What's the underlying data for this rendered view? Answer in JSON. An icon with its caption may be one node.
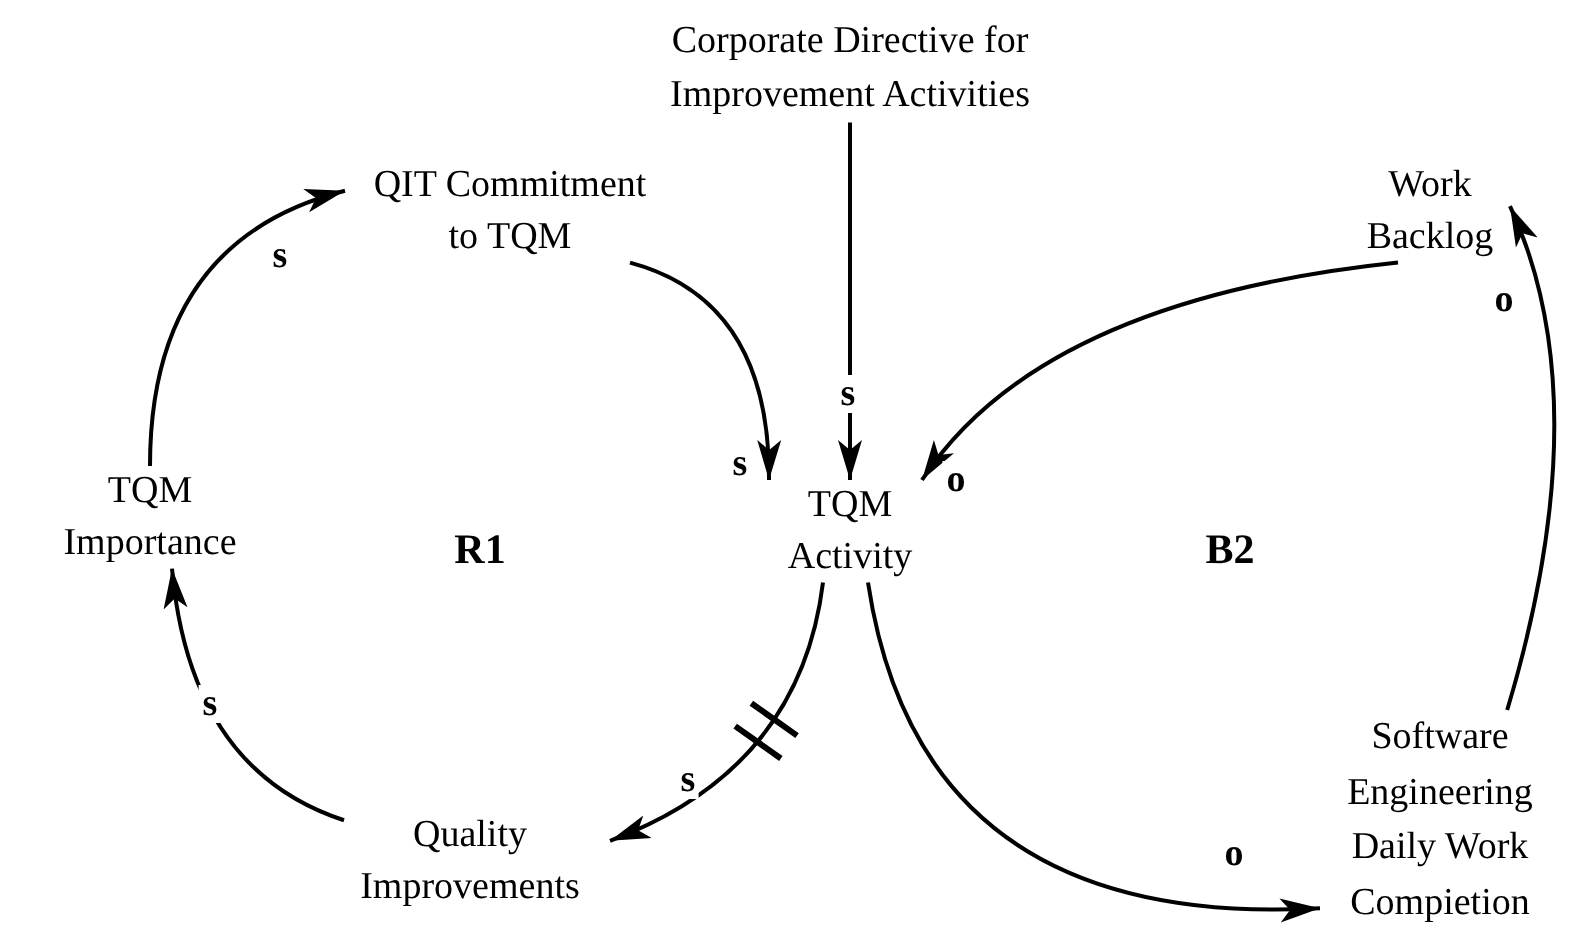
{
  "diagram": {
    "nodes": [
      {
        "text": [
          "Corporate Directive for Improvement Activities"
        ]
      },
      {
        "text": [
          "QIT Commitment to TQM"
        ]
      },
      {
        "text": [
          "Work Backlog"
        ]
      },
      {
        "text": [
          "TQM Importance"
        ]
      },
      {
        "text": [
          "TQM Activity"
        ]
      },
      {
        "text": [
          "Quality Improvements"
        ]
      },
      {
        "text": [
          "Software Engineering Daily Work Compietion"
        ]
      }
    ],
    "edges": [
      {
        "from": 0,
        "to": 4,
        "arrow": "to",
        "label": "s"
      },
      {
        "from": 1,
        "to": 4,
        "arrow": "to",
        "label": "s"
      },
      {
        "from": 2,
        "to": 4,
        "arrow": "to",
        "label": "o"
      },
      {
        "from": 4,
        "to": 5,
        "arrow": "to",
        "label": "s"
      },
      {
        "from": 5,
        "to": 3,
        "arrow": "to",
        "label": "s"
      },
      {
        "from": 3,
        "to": 1,
        "arrow": "to",
        "label": "s"
      },
      {
        "from": 4,
        "to": 6,
        "arrow": "to",
        "label": "o"
      },
      {
        "from": 6,
        "to": 2,
        "arrow": "to",
        "label": "o"
      }
    ],
    "labels": [
      "R1",
      "B2"
    ]
  }
}
